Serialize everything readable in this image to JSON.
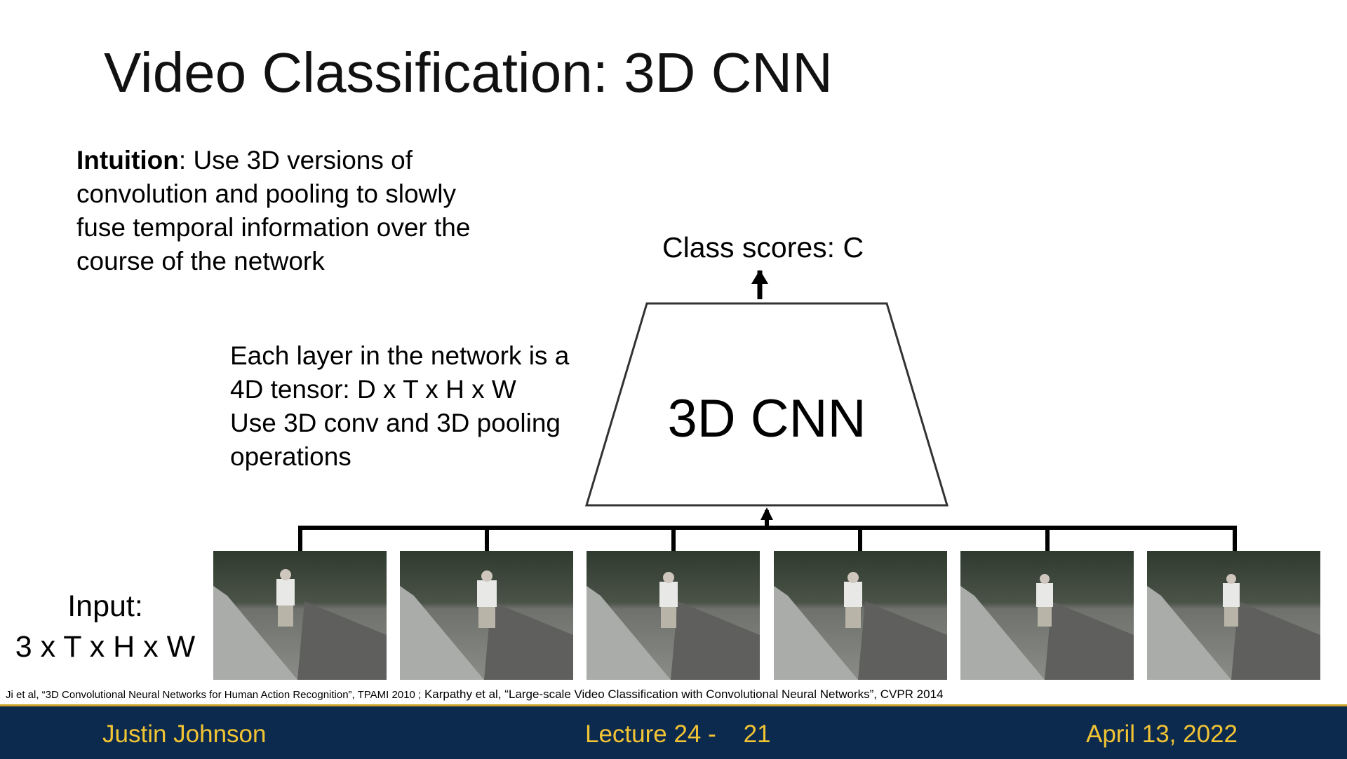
{
  "slide": {
    "title": "Video Classification: 3D CNN",
    "intuition_label": "Intuition",
    "intuition_text": ": Use 3D versions of convolution and pooling to slowly fuse temporal information over the course of the network",
    "layer_line1": "Each layer in the network is a",
    "layer_line2": "4D tensor: D x T x H x W",
    "layer_line3": "Use 3D conv and 3D pooling",
    "layer_line4": "operations",
    "class_scores": "Class scores: C",
    "cnn_label": "3D CNN",
    "input_line1": "Input:",
    "input_line2": "3 x T x H x W"
  },
  "frames_count_shown": 6,
  "citation": {
    "part1": "Ji et al, “3D Convolutional Neural Networks for Human Action Recognition”, TPAMI 2010 ;",
    "part2": " Karpathy et al, “Large-scale Video Classification with Convolutional Neural Networks”, CVPR 2014"
  },
  "footer": {
    "author": "Justin Johnson",
    "lecture": "Lecture 24 -    21",
    "date": "April 13, 2022"
  },
  "colors": {
    "footer_bg": "#0b2a4e",
    "footer_text": "#f2c434"
  }
}
